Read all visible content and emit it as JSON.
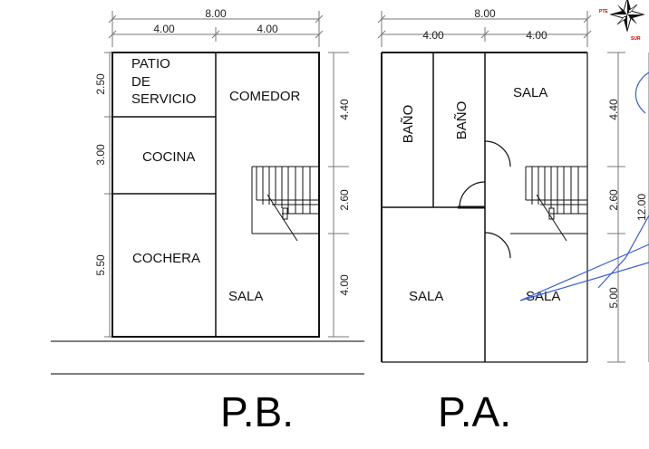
{
  "pb": {
    "dim_total": "8.00",
    "dim_left": "4.00",
    "dim_right": "4.00",
    "dim_left_1": "2.50",
    "dim_left_2": "3.00",
    "dim_left_3": "5.50",
    "dim_right_1": "4.40",
    "dim_right_2": "2.60",
    "dim_right_3": "4.00",
    "rooms": {
      "patio_1": "PATIO",
      "patio_2": "DE",
      "patio_3": "SERVICIO",
      "comedor": "COMEDOR",
      "cocina": "COCINA",
      "cochera": "COCHERA",
      "sala": "SALA"
    },
    "title": "P.B."
  },
  "pa": {
    "dim_total": "8.00",
    "dim_left": "4.00",
    "dim_right": "4.00",
    "dim_right_1": "4.40",
    "dim_right_2": "2.60",
    "dim_right_3": "5.00",
    "dim_overall": "12.00",
    "rooms": {
      "bano_1": "BAÑO",
      "bano_2": "BAÑO",
      "sala_top": "SALA",
      "sala_left": "SALA",
      "sala_right": "SALA"
    },
    "title": "P.A."
  },
  "compass": {
    "top": "PTE",
    "bottom": "SUR"
  },
  "colors": {
    "ink": "#111111",
    "sketch": "#3a5fcd",
    "compass_label": "#cc0000"
  }
}
